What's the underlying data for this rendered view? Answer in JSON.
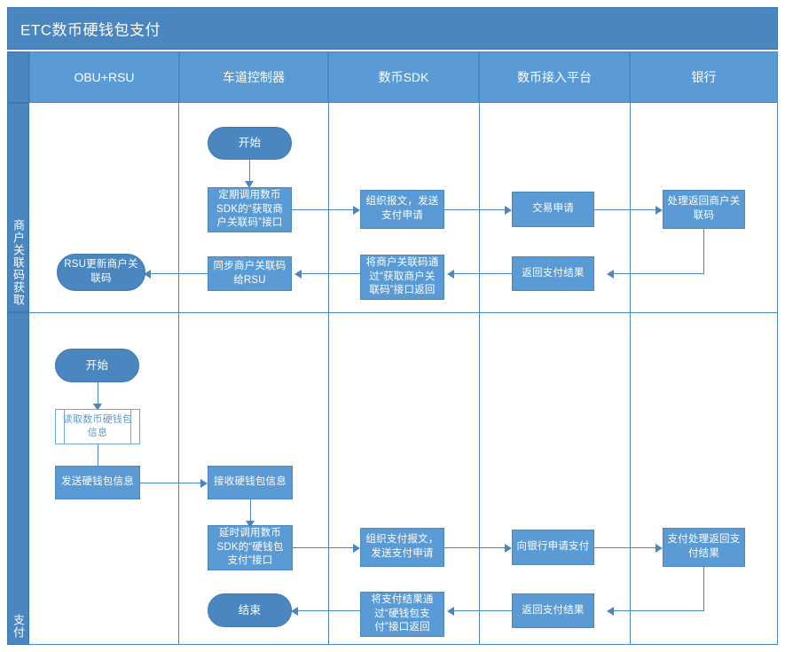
{
  "title": "ETC数币硬钱包支付",
  "colors": {
    "title_bar": "#4a86c0",
    "header_fill": "#5b9bd5",
    "node_fill": "#5b9bd5",
    "terminator_fill": "#4a86c0",
    "line": "#4a86c0",
    "predefined_fill": "#ffffff",
    "text_on_fill": "#ffffff"
  },
  "columns": [
    {
      "id": "obu-rsu",
      "label": "OBU+RSU"
    },
    {
      "id": "lane-ctrl",
      "label": "车道控制器"
    },
    {
      "id": "sdk",
      "label": "数币SDK"
    },
    {
      "id": "platform",
      "label": "数币接入平台"
    },
    {
      "id": "bank",
      "label": "银行"
    }
  ],
  "lanes": [
    {
      "id": "lane-merchant-code",
      "label": "商户关联码获取"
    },
    {
      "id": "lane-payment",
      "label": "支付"
    }
  ],
  "nodes": {
    "l1_start": "开始",
    "l1_poll_sdk": "定期调用数币SDK的“获取商户关联码”接口",
    "l1_build_msg": "组织报文，发送支付申请",
    "l1_trade_req": "交易申请",
    "l1_bank_handle": "处理返回商户关联码",
    "l1_return_pay": "返回支付结果",
    "l1_sdk_return": "将商户关联码通过“获取商户关联码”接口返回",
    "l1_sync_rsu": "同步商户关联码给RSU",
    "l1_rsu_update": "RSU更新商户关联码",
    "l2_start": "开始",
    "l2_read_wallet": "读取数币硬钱包信息",
    "l2_send_wallet": "发送硬钱包信息",
    "l2_recv_wallet": "接收硬钱包信息",
    "l2_delay_sdk": "延时调用数币SDK的“硬钱包支付”接口",
    "l2_build_pay": "组织支付报文，发送支付申请",
    "l2_bank_req": "向银行申请支付",
    "l2_bank_result": "支付处理返回支付结果",
    "l2_return_pay": "返回支付结果",
    "l2_sdk_return": "将支付结果通过“硬钱包支付”接口返回",
    "l2_end": "结束"
  },
  "chart_data": {
    "type": "diagram",
    "diagram_kind": "cross-functional-flowchart",
    "title": "ETC数币硬钱包支付",
    "swimlane_columns": [
      "OBU+RSU",
      "车道控制器",
      "数币SDK",
      "数币接入平台",
      "银行"
    ],
    "phase_rows": [
      "商户关联码获取",
      "支付"
    ],
    "steps": [
      {
        "lane": "商户关联码获取",
        "column": "车道控制器",
        "shape": "terminator",
        "text": "开始"
      },
      {
        "lane": "商户关联码获取",
        "column": "车道控制器",
        "shape": "process",
        "text": "定期调用数币SDK的“获取商户关联码”接口"
      },
      {
        "lane": "商户关联码获取",
        "column": "数币SDK",
        "shape": "process",
        "text": "组织报文，发送支付申请"
      },
      {
        "lane": "商户关联码获取",
        "column": "数币接入平台",
        "shape": "process",
        "text": "交易申请"
      },
      {
        "lane": "商户关联码获取",
        "column": "银行",
        "shape": "process",
        "text": "处理返回商户关联码"
      },
      {
        "lane": "商户关联码获取",
        "column": "数币接入平台",
        "shape": "process",
        "text": "返回支付结果"
      },
      {
        "lane": "商户关联码获取",
        "column": "数币SDK",
        "shape": "process",
        "text": "将商户关联码通过“获取商户关联码”接口返回"
      },
      {
        "lane": "商户关联码获取",
        "column": "车道控制器",
        "shape": "process",
        "text": "同步商户关联码给RSU"
      },
      {
        "lane": "商户关联码获取",
        "column": "OBU+RSU",
        "shape": "terminator",
        "text": "RSU更新商户关联码"
      },
      {
        "lane": "支付",
        "column": "OBU+RSU",
        "shape": "terminator",
        "text": "开始"
      },
      {
        "lane": "支付",
        "column": "OBU+RSU",
        "shape": "predefined-process",
        "text": "读取数币硬钱包信息"
      },
      {
        "lane": "支付",
        "column": "OBU+RSU",
        "shape": "process",
        "text": "发送硬钱包信息"
      },
      {
        "lane": "支付",
        "column": "车道控制器",
        "shape": "process",
        "text": "接收硬钱包信息"
      },
      {
        "lane": "支付",
        "column": "车道控制器",
        "shape": "process",
        "text": "延时调用数币SDK的“硬钱包支付”接口"
      },
      {
        "lane": "支付",
        "column": "数币SDK",
        "shape": "process",
        "text": "组织支付报文，发送支付申请"
      },
      {
        "lane": "支付",
        "column": "数币接入平台",
        "shape": "process",
        "text": "向银行申请支付"
      },
      {
        "lane": "支付",
        "column": "银行",
        "shape": "process",
        "text": "支付处理返回支付结果"
      },
      {
        "lane": "支付",
        "column": "数币接入平台",
        "shape": "process",
        "text": "返回支付结果"
      },
      {
        "lane": "支付",
        "column": "数币SDK",
        "shape": "process",
        "text": "将支付结果通过“硬钱包支付”接口返回"
      },
      {
        "lane": "支付",
        "column": "车道控制器",
        "shape": "terminator",
        "text": "结束"
      }
    ],
    "edges": [
      {
        "from": "开始 (车道控制器/商户关联码获取)",
        "to": "定期调用数币SDK的“获取商户关联码”接口",
        "dir": "down"
      },
      {
        "from": "定期调用数币SDK的“获取商户关联码”接口",
        "to": "组织报文，发送支付申请",
        "dir": "right"
      },
      {
        "from": "组织报文，发送支付申请",
        "to": "交易申请",
        "dir": "right"
      },
      {
        "from": "交易申请",
        "to": "处理返回商户关联码",
        "dir": "right"
      },
      {
        "from": "处理返回商户关联码",
        "to": "返回支付结果",
        "dir": "down-left"
      },
      {
        "from": "返回支付结果",
        "to": "将商户关联码通过“获取商户关联码”接口返回",
        "dir": "left"
      },
      {
        "from": "将商户关联码通过“获取商户关联码”接口返回",
        "to": "同步商户关联码给RSU",
        "dir": "left"
      },
      {
        "from": "同步商户关联码给RSU",
        "to": "RSU更新商户关联码",
        "dir": "left"
      },
      {
        "from": "开始 (OBU+RSU/支付)",
        "to": "读取数币硬钱包信息",
        "dir": "down"
      },
      {
        "from": "读取数币硬钱包信息",
        "to": "发送硬钱包信息",
        "dir": "down"
      },
      {
        "from": "发送硬钱包信息",
        "to": "接收硬钱包信息",
        "dir": "right"
      },
      {
        "from": "接收硬钱包信息",
        "to": "延时调用数币SDK的“硬钱包支付”接口",
        "dir": "down"
      },
      {
        "from": "延时调用数币SDK的“硬钱包支付”接口",
        "to": "组织支付报文，发送支付申请",
        "dir": "right"
      },
      {
        "from": "组织支付报文，发送支付申请",
        "to": "向银行申请支付",
        "dir": "right"
      },
      {
        "from": "向银行申请支付",
        "to": "支付处理返回支付结果",
        "dir": "right"
      },
      {
        "from": "支付处理返回支付结果",
        "to": "返回支付结果",
        "dir": "down-left"
      },
      {
        "from": "返回支付结果",
        "to": "将支付结果通过“硬钱包支付”接口返回",
        "dir": "left"
      },
      {
        "from": "将支付结果通过“硬钱包支付”接口返回",
        "to": "结束",
        "dir": "left"
      }
    ]
  }
}
